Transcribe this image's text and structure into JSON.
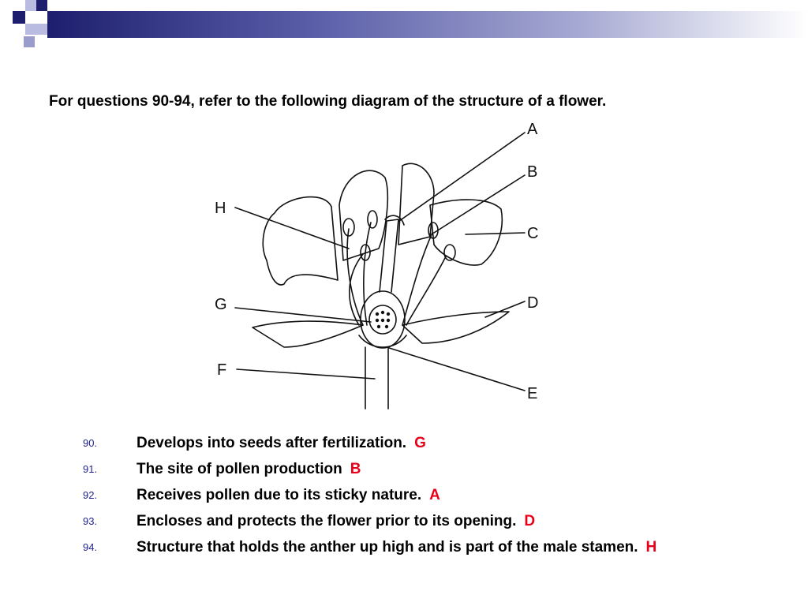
{
  "prompt": "For questions 90-94, refer to the following diagram of the structure of a flower.",
  "diagram": {
    "labels": [
      "A",
      "B",
      "C",
      "D",
      "E",
      "F",
      "G",
      "H"
    ]
  },
  "questions": [
    {
      "num": "90.",
      "text": "Develops into seeds after fertilization.",
      "answer": "G"
    },
    {
      "num": "91.",
      "text": "The site of pollen production",
      "answer": "B"
    },
    {
      "num": "92.",
      "text": "Receives pollen due to its sticky nature.",
      "answer": "A"
    },
    {
      "num": "93.",
      "text": "Encloses and protects the flower prior to its opening.",
      "answer": "D"
    },
    {
      "num": "94.",
      "text": "Structure that holds the anther up high and is part of the male stamen.",
      "answer": "H"
    }
  ],
  "colors": {
    "accent_dark": "#1d1f6e",
    "answer": "#e8001a",
    "number": "#1d1f8e"
  }
}
